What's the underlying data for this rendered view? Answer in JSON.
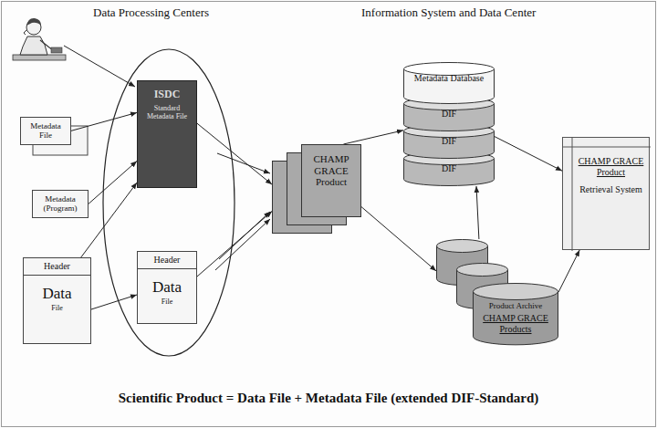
{
  "diagram": {
    "caption": "Scientific Product = Data File + Metadata File (extended DIF-Standard)",
    "nodes": [
      {
        "text": [
          "Metadata File"
        ]
      },
      {
        "text": [
          "Metadata (Program)"
        ]
      },
      {
        "text": [
          "Header",
          "Data",
          "File"
        ]
      },
      {
        "text": [
          "ISDC",
          "Standard Metadata File"
        ]
      },
      {
        "text": [
          "Header",
          "Data",
          "File"
        ]
      },
      {
        "text": [
          "CHAMP GRACE Product"
        ]
      },
      {
        "text": [
          "Metadata Database",
          "DIF",
          "DIF",
          "DIF"
        ]
      },
      {
        "text": [
          "Product Archive",
          "CHAMP GRACE Products"
        ]
      },
      {
        "text": [
          "CHAMP GRACE Product",
          "Retrieval System"
        ]
      }
    ],
    "edges": [
      {
        "from": 0,
        "to": 3,
        "arrow": "to"
      },
      {
        "from": 1,
        "to": 3,
        "arrow": "to"
      },
      {
        "from": 2,
        "to": 3,
        "arrow": "to"
      },
      {
        "from": 2,
        "to": 4,
        "arrow": "to"
      },
      {
        "from": 3,
        "to": 5,
        "arrow": "to"
      },
      {
        "from": 4,
        "to": 5,
        "arrow": "to"
      },
      {
        "from": 5,
        "to": 6,
        "arrow": "to"
      },
      {
        "from": 5,
        "to": 7,
        "arrow": "to"
      },
      {
        "from": 7,
        "to": 6,
        "arrow": "to"
      },
      {
        "from": 6,
        "to": 8,
        "arrow": "to"
      },
      {
        "from": 7,
        "to": 8,
        "arrow": "to"
      }
    ],
    "labels": [
      "Data Processing Centers",
      "Information System and Data Center"
    ]
  }
}
